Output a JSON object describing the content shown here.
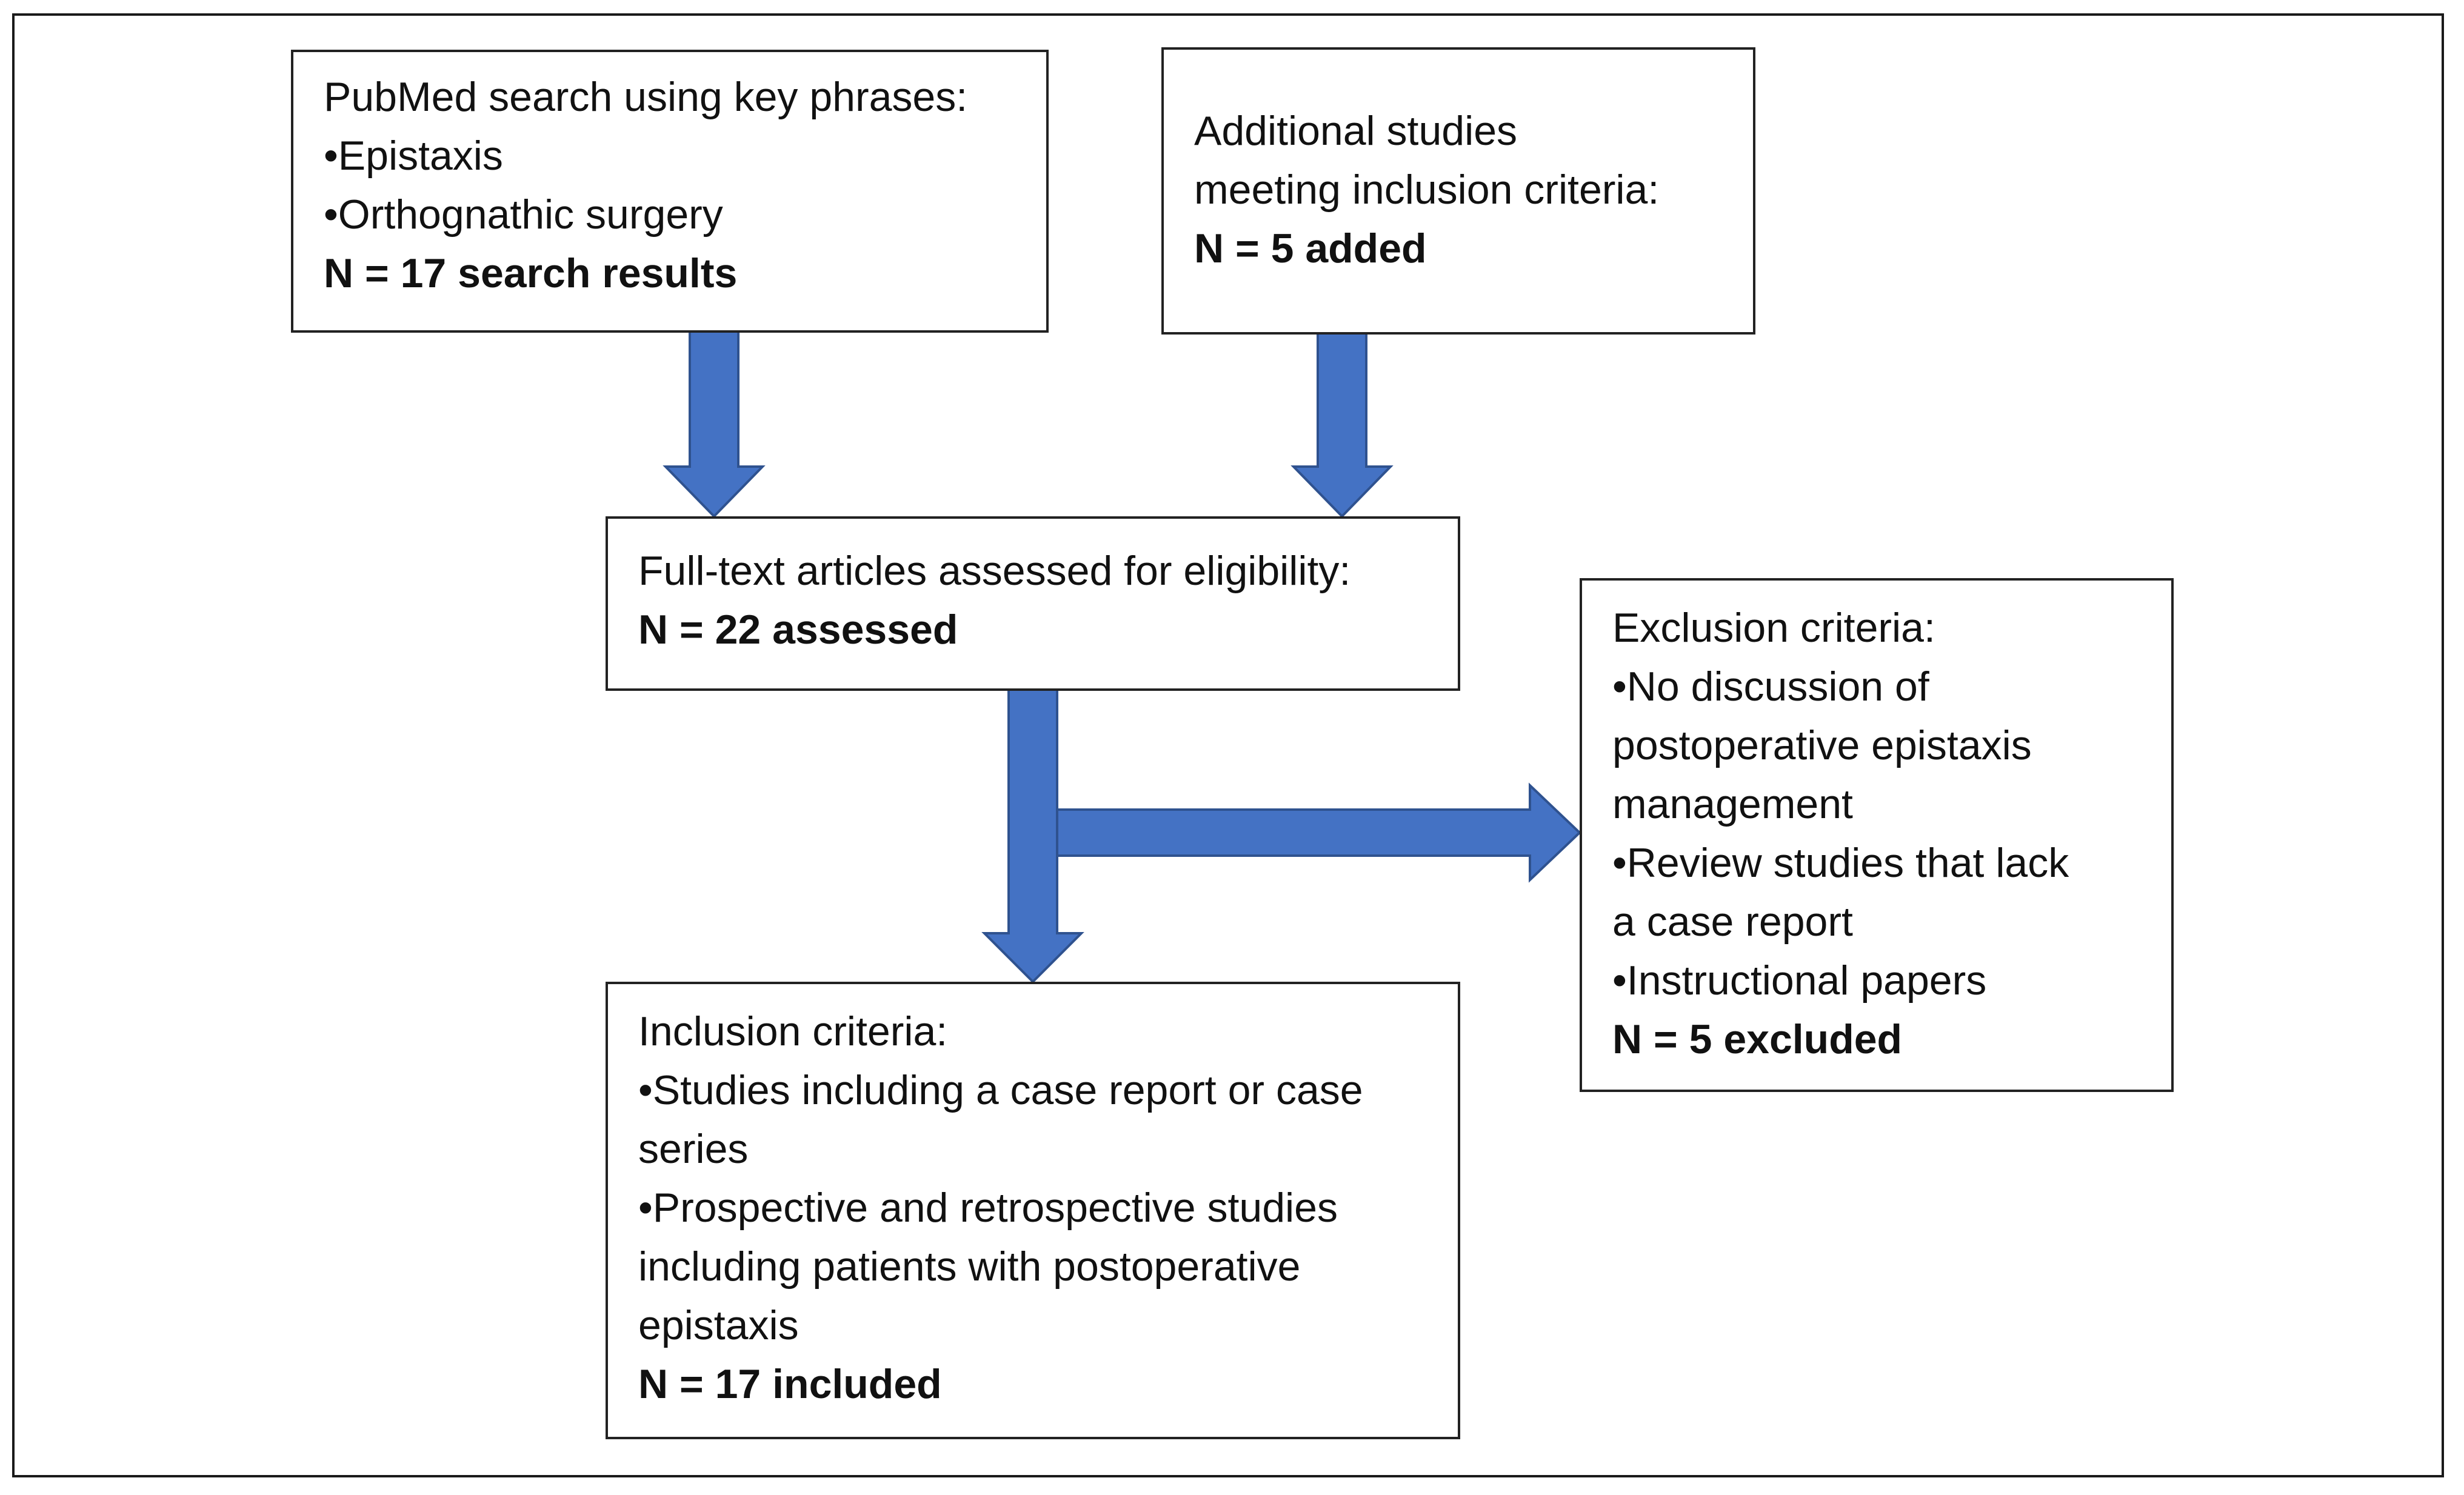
{
  "colors": {
    "arrow": "#4472C4",
    "arrow_stroke": "#2F528F",
    "border": "#222222"
  },
  "boxes": {
    "search": {
      "title": "PubMed search using key phrases:",
      "bullets": [
        "•Epistaxis",
        "•Orthognathic surgery"
      ],
      "count": "N = 17 search results"
    },
    "additional": {
      "lines": [
        "Additional studies",
        "meeting inclusion criteria:"
      ],
      "count": "N = 5 added"
    },
    "assessed": {
      "title": "Full-text articles assessed for eligibility:",
      "count": "N = 22 assessed"
    },
    "exclusion": {
      "lines": [
        "Exclusion criteria:",
        "•No discussion of",
        "postoperative epistaxis",
        "management",
        "•Review studies that lack",
        "a case report",
        "•Instructional papers"
      ],
      "count": "N = 5 excluded"
    },
    "inclusion": {
      "lines": [
        "Inclusion criteria:",
        "•Studies including a case report or case",
        "series",
        "•Prospective and retrospective studies",
        "including patients with postoperative",
        "epistaxis"
      ],
      "count": "N = 17 included"
    }
  }
}
